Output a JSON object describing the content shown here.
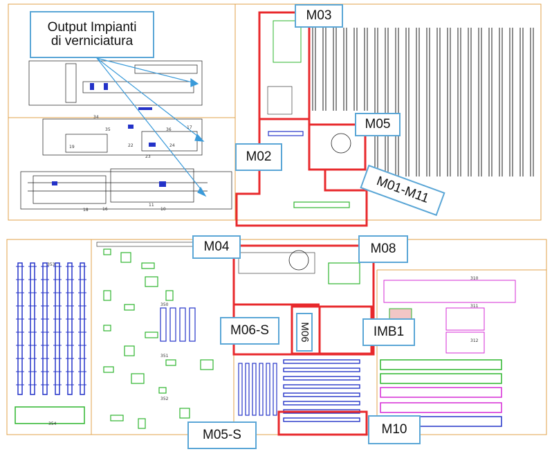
{
  "title_box": {
    "text": "Output Impianti\ndi verniciatura"
  },
  "zone_labels": [
    {
      "id": "m03",
      "text": "M03"
    },
    {
      "id": "m05",
      "text": "M05"
    },
    {
      "id": "m02",
      "text": "M02"
    },
    {
      "id": "m01_m11",
      "text": "M01-M11"
    },
    {
      "id": "m04",
      "text": "M04"
    },
    {
      "id": "m08",
      "text": "M08"
    },
    {
      "id": "m06_s",
      "text": "M06-S"
    },
    {
      "id": "m06",
      "text": "M06"
    },
    {
      "id": "imb1",
      "text": "IMB1"
    },
    {
      "id": "m05_s",
      "text": "M05-S"
    },
    {
      "id": "m10",
      "text": "M10"
    }
  ],
  "plan_numbers": [
    "34",
    "35",
    "36",
    "22",
    "23",
    "24",
    "18",
    "19",
    "16",
    "17",
    "11",
    "10",
    "353",
    "354",
    "350",
    "351",
    "352",
    "310",
    "311",
    "312"
  ],
  "colors": {
    "zone_border": "#e8292c",
    "label_border": "#5aa6d6",
    "arrow": "#3a9ad9",
    "wall": "#e0a24a",
    "drawing": "#1a1a1a",
    "rack_blue": "#2332c8",
    "rack_green": "#2db52d",
    "rack_magenta": "#d62ad6"
  }
}
